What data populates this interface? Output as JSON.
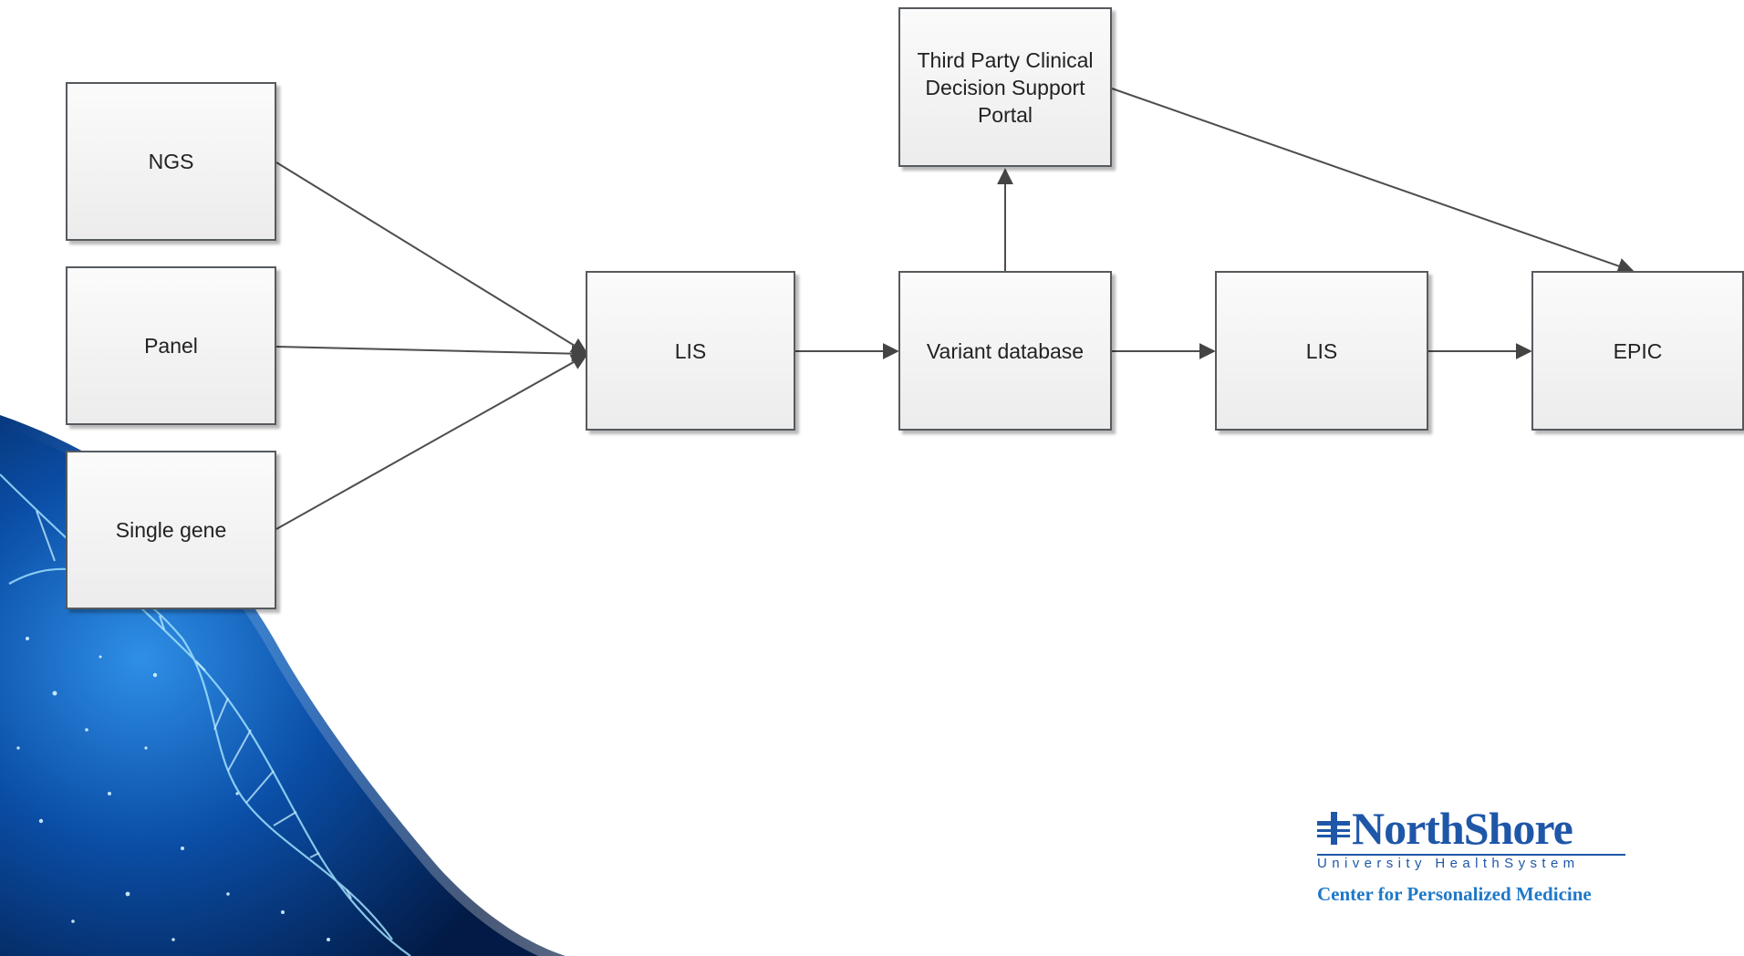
{
  "diagram": {
    "nodes": {
      "ngs": "NGS",
      "panel": "Panel",
      "single_gene": "Single gene",
      "lis_in": "LIS",
      "variant_db": "Variant database",
      "portal": [
        "Third Party Clinical",
        "Decision Support",
        "Portal"
      ],
      "lis_out": "LIS",
      "epic": "EPIC"
    },
    "edges": [
      [
        "ngs",
        "lis_in"
      ],
      [
        "panel",
        "lis_in"
      ],
      [
        "single_gene",
        "lis_in"
      ],
      [
        "lis_in",
        "variant_db"
      ],
      [
        "variant_db",
        "portal"
      ],
      [
        "variant_db",
        "lis_out"
      ],
      [
        "lis_out",
        "epic"
      ],
      [
        "portal",
        "epic"
      ]
    ]
  },
  "logo": {
    "name": "NorthShore",
    "tagline": "University HealthSystem",
    "center": "Center for Personalized Medicine",
    "brand_color": "#1f57a8"
  },
  "decoration": {
    "background_art": "dna-helix"
  }
}
